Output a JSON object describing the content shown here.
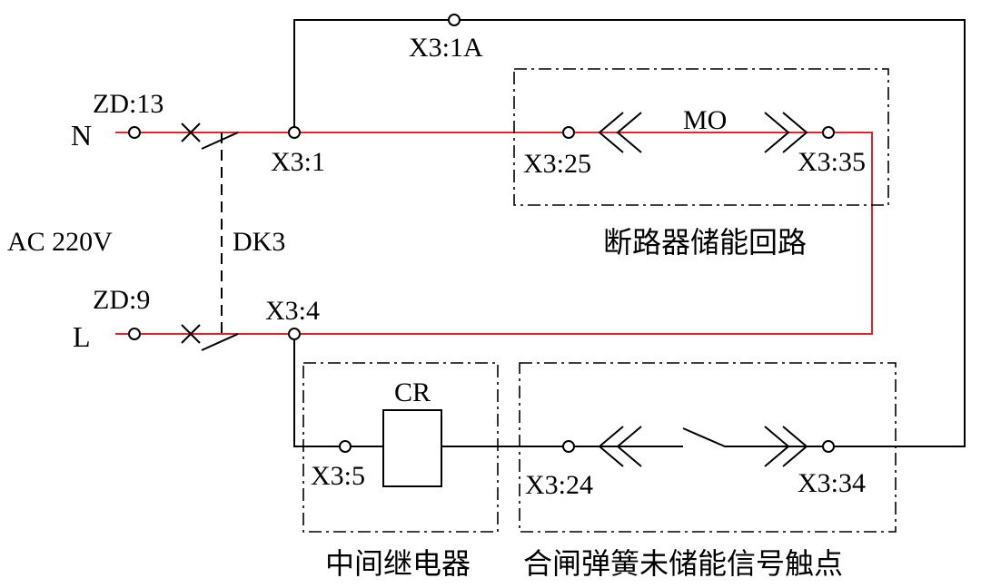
{
  "labels": {
    "n": "N",
    "l": "L",
    "zd13": "ZD:13",
    "zd9": "ZD:9",
    "ac": "AC 220V",
    "dk3": "DK3",
    "x3_1a": "X3:1A",
    "x3_1": "X3:1",
    "x3_4": "X3:4",
    "x3_25": "X3:25",
    "x3_35": "X3:35",
    "mo": "MO",
    "x3_5": "X3:5",
    "cr": "CR",
    "x3_24": "X3:24",
    "x3_34": "X3:34"
  },
  "captions": {
    "storage_circuit": "断路器储能回路",
    "relay": "中间继电器",
    "spring_contact": "合闸弹簧未储能信号触点"
  },
  "colors": {
    "line": "#000000",
    "energized": "#e0232b"
  }
}
